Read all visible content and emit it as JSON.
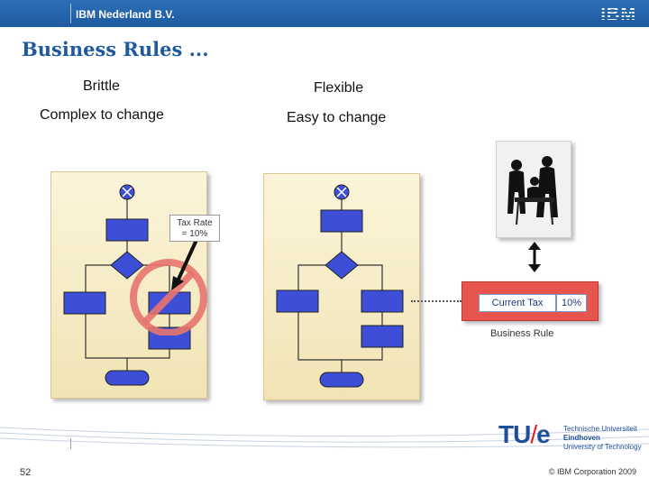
{
  "header": {
    "company": "IBM Nederland B.V.",
    "logo": "IBM"
  },
  "slide": {
    "title": "Business Rules ...",
    "left": {
      "title": "Brittle",
      "subtitle": "Complex to change"
    },
    "right": {
      "title": "Flexible",
      "subtitle": "Easy to change"
    },
    "callout": {
      "line1": "Tax Rate",
      "line2": "= 10%"
    },
    "business_rule": {
      "name": "Current Tax",
      "value": "10%",
      "caption": "Business Rule"
    }
  },
  "footer": {
    "page_number": "52",
    "copyright": "© IBM Corporation 2009",
    "university_mark_left": "TU",
    "university_mark_slash": "/",
    "university_mark_right": "e",
    "university_line1": "Technische Universiteit",
    "university_line2": "Eindhoven",
    "university_line3": "University of Technology"
  },
  "colors": {
    "brand_blue": "#1f5aa0",
    "flow_blue": "#3d4fd6",
    "rule_red": "#e8544e",
    "panel": "#f6ecc6"
  },
  "icons": [
    "ibm-logo-icon",
    "prohibition-icon",
    "people-meeting-icon",
    "double-arrow-icon"
  ]
}
